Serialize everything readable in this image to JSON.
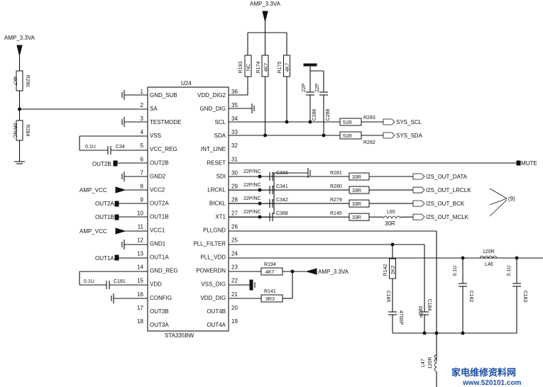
{
  "chip": {
    "ref": "U24",
    "part": "STA335BW",
    "left_pins": [
      {
        "num": "1",
        "name": "GND_SUB"
      },
      {
        "num": "2",
        "name": "SA"
      },
      {
        "num": "3",
        "name": "TESTMODE"
      },
      {
        "num": "4",
        "name": "VSS"
      },
      {
        "num": "5",
        "name": "VCC_REG"
      },
      {
        "num": "6",
        "name": "OUT2B"
      },
      {
        "num": "7",
        "name": "GND2"
      },
      {
        "num": "8",
        "name": "VCC2"
      },
      {
        "num": "9",
        "name": "OUT2A"
      },
      {
        "num": "10",
        "name": "OUT1B"
      },
      {
        "num": "11",
        "name": "VCC1"
      },
      {
        "num": "12",
        "name": "GND1"
      },
      {
        "num": "13",
        "name": "OUT1A"
      },
      {
        "num": "14",
        "name": "GND_REG"
      },
      {
        "num": "15",
        "name": "VDD"
      },
      {
        "num": "16",
        "name": "CONFIG"
      },
      {
        "num": "17",
        "name": "OUT3B"
      },
      {
        "num": "18",
        "name": "OUT3A"
      }
    ],
    "right_pins": [
      {
        "num": "36",
        "name": "VDD_DIG2"
      },
      {
        "num": "35",
        "name": "GND_DIG"
      },
      {
        "num": "34",
        "name": "SCL"
      },
      {
        "num": "33",
        "name": "SDA"
      },
      {
        "num": "32",
        "name": "INT_LINE"
      },
      {
        "num": "31",
        "name": "RESET"
      },
      {
        "num": "30",
        "name": "SDI"
      },
      {
        "num": "29",
        "name": "LRCKL"
      },
      {
        "num": "28",
        "name": "BICKL"
      },
      {
        "num": "27",
        "name": "XT1"
      },
      {
        "num": "26",
        "name": "PLLGND"
      },
      {
        "num": "25",
        "name": "PLL_FILTER"
      },
      {
        "num": "24",
        "name": "PLL_VDD"
      },
      {
        "num": "23",
        "name": "POWERDN"
      },
      {
        "num": "22",
        "name": "VSS_DIG"
      },
      {
        "num": "21",
        "name": "VDD_DIG"
      },
      {
        "num": "20",
        "name": "OUT4B"
      },
      {
        "num": "19",
        "name": "OUT4A"
      }
    ]
  },
  "power": {
    "amp33_left": "AMP_3.3VA",
    "amp33_top": "AMP_3.3VA",
    "amp33_mid": "AMP_3.3VA",
    "amp_vcc_8": "AMP_VCC",
    "amp_vcc_11": "AMP_VCC"
  },
  "left_parts": {
    "r_top_ref": "R290",
    "r_top_val": "4K7",
    "r_bot_ref": "R284",
    "r_bot_val": "0R/NC",
    "c34_val": "0.1U",
    "c34_ref": "C34",
    "c181_val": "0.1U",
    "c181_ref": "C181",
    "out2b": "OUT2B",
    "out2a": "OUT2A",
    "out1b": "OUT1B",
    "out1a": "OUT1A"
  },
  "top_parts": {
    "r193_ref": "R193",
    "r193_val": "NC",
    "r174_ref": "R174",
    "r174_val": "4K7",
    "r175_ref": "R175",
    "r175_val": "4K7",
    "c286_val": "22P",
    "c286_ref": "C286",
    "c288_val": "22P",
    "c288_ref": "C288"
  },
  "i2c": {
    "r283_val": "51R",
    "r283_ref": "R283",
    "scl_label": "SYS_SCL",
    "r282_val": "51R",
    "r282_ref": "R282",
    "sda_label": "SYS_SDA"
  },
  "mute_label": "MUTE",
  "i2s": {
    "rows": [
      {
        "cap_val": "22P/NC",
        "cap_ref": "C333",
        "r_ref": "R281",
        "r_val": "33R",
        "net": "I2S_OUT_DATA"
      },
      {
        "cap_val": "22P/NC",
        "cap_ref": "C341",
        "r_ref": "R280",
        "r_val": "33R",
        "net": "I2S_OUT_LRCLK"
      },
      {
        "cap_val": "22P/NC",
        "cap_ref": "C342",
        "r_ref": "R279",
        "r_val": "33R",
        "net": "I2S_OUT_BCK"
      },
      {
        "cap_val": "22P/NC",
        "cap_ref": "C368",
        "r_ref": "R145",
        "r_val": "33R",
        "net": "I2S_OUT_MCLK"
      }
    ],
    "l65_ref": "L65",
    "l65_val": "30R",
    "group_label": "(9)"
  },
  "pll": {
    "r194_ref": "R194",
    "r194_val": "4K7",
    "r141_ref": "R141",
    "r141_val": "3R3",
    "r142_ref": "R142",
    "r142_val": "2K2",
    "c185_ref": "C185",
    "c185_val": "4700P",
    "c184_ref": "C184",
    "c184_val": "680P",
    "c182_ref": "C182",
    "c182_val": "0.1U",
    "c183_ref": "C183",
    "c183_val": "0.1U",
    "l46_ref": "L46",
    "l46_val": "120R",
    "l47_ref": "L47",
    "l47_val": "120R"
  },
  "watermark": {
    "cn": "家电维修资料网",
    "url": "www.520101.com"
  }
}
